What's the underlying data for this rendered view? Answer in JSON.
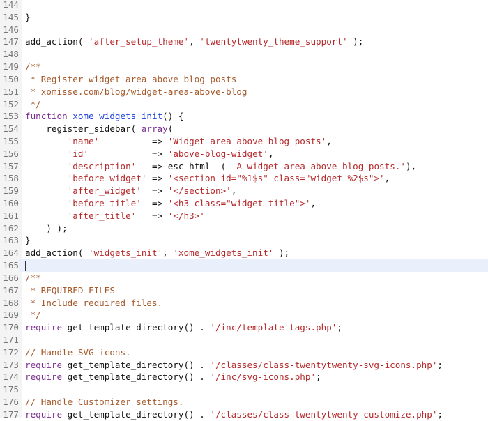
{
  "editor": {
    "current_line": 165,
    "colors": {
      "comment": "#a5582a",
      "string": "#b5292b",
      "keyword": "#7a2d90",
      "function_name": "#1a3fe0",
      "current_line_bg": "#e9f0fb",
      "gutter_bg": "#f4f4f4"
    },
    "lines": [
      {
        "n": "144",
        "tokens": []
      },
      {
        "n": "145",
        "tokens": [
          [
            "plain",
            "}"
          ]
        ]
      },
      {
        "n": "146",
        "tokens": []
      },
      {
        "n": "147",
        "tokens": [
          [
            "plain",
            "add_action( "
          ],
          [
            "string",
            "'after_setup_theme'"
          ],
          [
            "plain",
            ", "
          ],
          [
            "string",
            "'twentytwenty_theme_support'"
          ],
          [
            "plain",
            " );"
          ]
        ]
      },
      {
        "n": "148",
        "tokens": []
      },
      {
        "n": "149",
        "tokens": [
          [
            "comment",
            "/**"
          ]
        ]
      },
      {
        "n": "150",
        "tokens": [
          [
            "comment",
            " * Register widget area above blog posts"
          ]
        ]
      },
      {
        "n": "151",
        "tokens": [
          [
            "comment",
            " * xomisse.com/blog/widget-area-above-blog"
          ]
        ]
      },
      {
        "n": "152",
        "tokens": [
          [
            "comment",
            " */"
          ]
        ]
      },
      {
        "n": "153",
        "tokens": [
          [
            "keyword",
            "function"
          ],
          [
            "plain",
            " "
          ],
          [
            "fn",
            "xome_widgets_init"
          ],
          [
            "plain",
            "() {"
          ]
        ]
      },
      {
        "n": "154",
        "tokens": [
          [
            "plain",
            "    register_sidebar( "
          ],
          [
            "keyword",
            "array"
          ],
          [
            "plain",
            "("
          ]
        ]
      },
      {
        "n": "155",
        "tokens": [
          [
            "plain",
            "        "
          ],
          [
            "string",
            "'name'"
          ],
          [
            "plain",
            "          => "
          ],
          [
            "string",
            "'Widget area above blog posts'"
          ],
          [
            "plain",
            ","
          ]
        ]
      },
      {
        "n": "156",
        "tokens": [
          [
            "plain",
            "        "
          ],
          [
            "string",
            "'id'"
          ],
          [
            "plain",
            "            => "
          ],
          [
            "string",
            "'above-blog-widget'"
          ],
          [
            "plain",
            ","
          ]
        ]
      },
      {
        "n": "157",
        "tokens": [
          [
            "plain",
            "        "
          ],
          [
            "string",
            "'description'"
          ],
          [
            "plain",
            "   => esc_html__( "
          ],
          [
            "string",
            "'A widget area above blog posts.'"
          ],
          [
            "plain",
            "),"
          ]
        ]
      },
      {
        "n": "158",
        "tokens": [
          [
            "plain",
            "        "
          ],
          [
            "string",
            "'before_widget'"
          ],
          [
            "plain",
            " => "
          ],
          [
            "string",
            "'<section id=\"%1$s\" class=\"widget %2$s\">'"
          ],
          [
            "plain",
            ","
          ]
        ]
      },
      {
        "n": "159",
        "tokens": [
          [
            "plain",
            "        "
          ],
          [
            "string",
            "'after_widget'"
          ],
          [
            "plain",
            "  => "
          ],
          [
            "string",
            "'</section>'"
          ],
          [
            "plain",
            ","
          ]
        ]
      },
      {
        "n": "160",
        "tokens": [
          [
            "plain",
            "        "
          ],
          [
            "string",
            "'before_title'"
          ],
          [
            "plain",
            "  => "
          ],
          [
            "string",
            "'<h3 class=\"widget-title\">'"
          ],
          [
            "plain",
            ","
          ]
        ]
      },
      {
        "n": "161",
        "tokens": [
          [
            "plain",
            "        "
          ],
          [
            "string",
            "'after_title'"
          ],
          [
            "plain",
            "   => "
          ],
          [
            "string",
            "'</h3>'"
          ]
        ]
      },
      {
        "n": "162",
        "tokens": [
          [
            "plain",
            "    ) );"
          ]
        ]
      },
      {
        "n": "163",
        "tokens": [
          [
            "plain",
            "}"
          ]
        ]
      },
      {
        "n": "164",
        "tokens": [
          [
            "plain",
            "add_action( "
          ],
          [
            "string",
            "'widgets_init'"
          ],
          [
            "plain",
            ", "
          ],
          [
            "string",
            "'xome_widgets_init'"
          ],
          [
            "plain",
            " );"
          ]
        ]
      },
      {
        "n": "165",
        "tokens": []
      },
      {
        "n": "166",
        "tokens": [
          [
            "comment",
            "/**"
          ]
        ]
      },
      {
        "n": "167",
        "tokens": [
          [
            "comment",
            " * REQUIRED FILES"
          ]
        ]
      },
      {
        "n": "168",
        "tokens": [
          [
            "comment",
            " * Include required files."
          ]
        ]
      },
      {
        "n": "169",
        "tokens": [
          [
            "comment",
            " */"
          ]
        ]
      },
      {
        "n": "170",
        "tokens": [
          [
            "keyword",
            "require"
          ],
          [
            "plain",
            " get_template_directory() . "
          ],
          [
            "string",
            "'/inc/template-tags.php'"
          ],
          [
            "plain",
            ";"
          ]
        ]
      },
      {
        "n": "171",
        "tokens": []
      },
      {
        "n": "172",
        "tokens": [
          [
            "comment",
            "// Handle SVG icons."
          ]
        ]
      },
      {
        "n": "173",
        "tokens": [
          [
            "keyword",
            "require"
          ],
          [
            "plain",
            " get_template_directory() . "
          ],
          [
            "string",
            "'/classes/class-twentytwenty-svg-icons.php'"
          ],
          [
            "plain",
            ";"
          ]
        ]
      },
      {
        "n": "174",
        "tokens": [
          [
            "keyword",
            "require"
          ],
          [
            "plain",
            " get_template_directory() . "
          ],
          [
            "string",
            "'/inc/svg-icons.php'"
          ],
          [
            "plain",
            ";"
          ]
        ]
      },
      {
        "n": "175",
        "tokens": []
      },
      {
        "n": "176",
        "tokens": [
          [
            "comment",
            "// Handle Customizer settings."
          ]
        ]
      },
      {
        "n": "177",
        "tokens": [
          [
            "keyword",
            "require"
          ],
          [
            "plain",
            " get_template_directory() . "
          ],
          [
            "string",
            "'/classes/class-twentytwenty-customize.php'"
          ],
          [
            "plain",
            ";"
          ]
        ]
      }
    ]
  }
}
